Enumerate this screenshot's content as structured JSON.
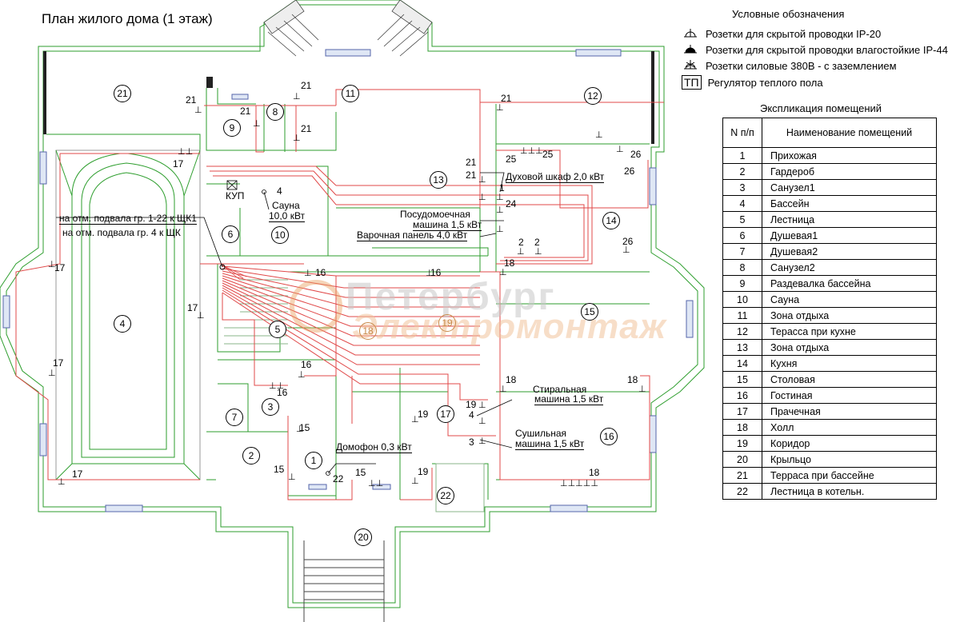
{
  "title": "План жилого дома (1 этаж)",
  "legend": {
    "title": "Условные обозначения",
    "items": [
      {
        "symbol": "socket-ip20-icon",
        "text": "Розетки для скрытой проводки IP-20"
      },
      {
        "symbol": "socket-ip44-icon",
        "text": "Розетки для скрытой проводки влагостойкие IP-44"
      },
      {
        "symbol": "socket-380v-icon",
        "text": "Розетки силовые 380В - с заземлением"
      },
      {
        "symbol": "ТП",
        "text": "Регулятор теплого пола"
      }
    ]
  },
  "explication": {
    "title": "Экспликация помещений",
    "header_num": "N п/п",
    "header_name": "Наименование помещений",
    "rows": [
      {
        "n": "1",
        "name": "Прихожая"
      },
      {
        "n": "2",
        "name": "Гардероб"
      },
      {
        "n": "3",
        "name": "Санузел1"
      },
      {
        "n": "4",
        "name": "Бассейн"
      },
      {
        "n": "5",
        "name": "Лестница"
      },
      {
        "n": "6",
        "name": "Душевая1"
      },
      {
        "n": "7",
        "name": "Душевая2"
      },
      {
        "n": "8",
        "name": "Санузел2"
      },
      {
        "n": "9",
        "name": "Раздевалка бассейна"
      },
      {
        "n": "10",
        "name": "Сауна"
      },
      {
        "n": "11",
        "name": "Зона отдыха"
      },
      {
        "n": "12",
        "name": "Терасса при кухне"
      },
      {
        "n": "13",
        "name": "Зона отдыха"
      },
      {
        "n": "14",
        "name": "Кухня"
      },
      {
        "n": "15",
        "name": "Столовая"
      },
      {
        "n": "16",
        "name": "Гостиная"
      },
      {
        "n": "17",
        "name": "Прачечная"
      },
      {
        "n": "18",
        "name": "Холл"
      },
      {
        "n": "19",
        "name": "Коридор"
      },
      {
        "n": "20",
        "name": "Крыльцо"
      },
      {
        "n": "21",
        "name": "Терраса при бассейне"
      },
      {
        "n": "22",
        "name": "Лестница в котельн."
      }
    ]
  },
  "watermark": {
    "line1": "Петербург",
    "line2": "Электромонтаж"
  },
  "rooms": [
    "21",
    "11",
    "12",
    "9",
    "8",
    "13",
    "14",
    "4",
    "6",
    "10",
    "5",
    "18",
    "19",
    "15",
    "3",
    "7",
    "17",
    "16",
    "2",
    "1",
    "22",
    "20"
  ],
  "annotations": {
    "kup": "КУП",
    "sauna": "Сауна",
    "sauna_power": "10,0 кВт",
    "sauna_group": "4",
    "basement1": "на отм. подвала гр. 1-22 к ЩК1",
    "basement2": "на отм. подвала гр. 4 к ЩК",
    "oven": "Духовой шкаф 2,0 кВт",
    "dishwasher1": "Посудомоечная",
    "dishwasher2": "машина 1,5 кВт",
    "hob": "Варочная панель 4,0 кВт",
    "washer1": "Стиральная",
    "washer2": "машина 1,5 кВт",
    "dryer1": "Сушильная",
    "dryer2": "машина 1,5 кВт",
    "intercom": "Домофон 0,3 кВт"
  },
  "circuit_labels": [
    {
      "t": "21"
    },
    {
      "t": "21"
    },
    {
      "t": "21"
    },
    {
      "t": "21"
    },
    {
      "t": "21"
    },
    {
      "t": "21"
    },
    {
      "t": "21"
    },
    {
      "t": "17"
    },
    {
      "t": "17"
    },
    {
      "t": "17"
    },
    {
      "t": "17"
    },
    {
      "t": "17"
    },
    {
      "t": "16"
    },
    {
      "t": "16"
    },
    {
      "t": "16"
    },
    {
      "t": "16"
    },
    {
      "t": "25"
    },
    {
      "t": "25"
    },
    {
      "t": "24"
    },
    {
      "t": "1"
    },
    {
      "t": "2"
    },
    {
      "t": "2"
    },
    {
      "t": "26"
    },
    {
      "t": "26"
    },
    {
      "t": "26"
    },
    {
      "t": "18"
    },
    {
      "t": "18"
    },
    {
      "t": "18"
    },
    {
      "t": "18"
    },
    {
      "t": "19"
    },
    {
      "t": "19"
    },
    {
      "t": "19"
    },
    {
      "t": "4"
    },
    {
      "t": "3"
    },
    {
      "t": "15"
    },
    {
      "t": "15"
    },
    {
      "t": "15"
    },
    {
      "t": "22"
    }
  ]
}
